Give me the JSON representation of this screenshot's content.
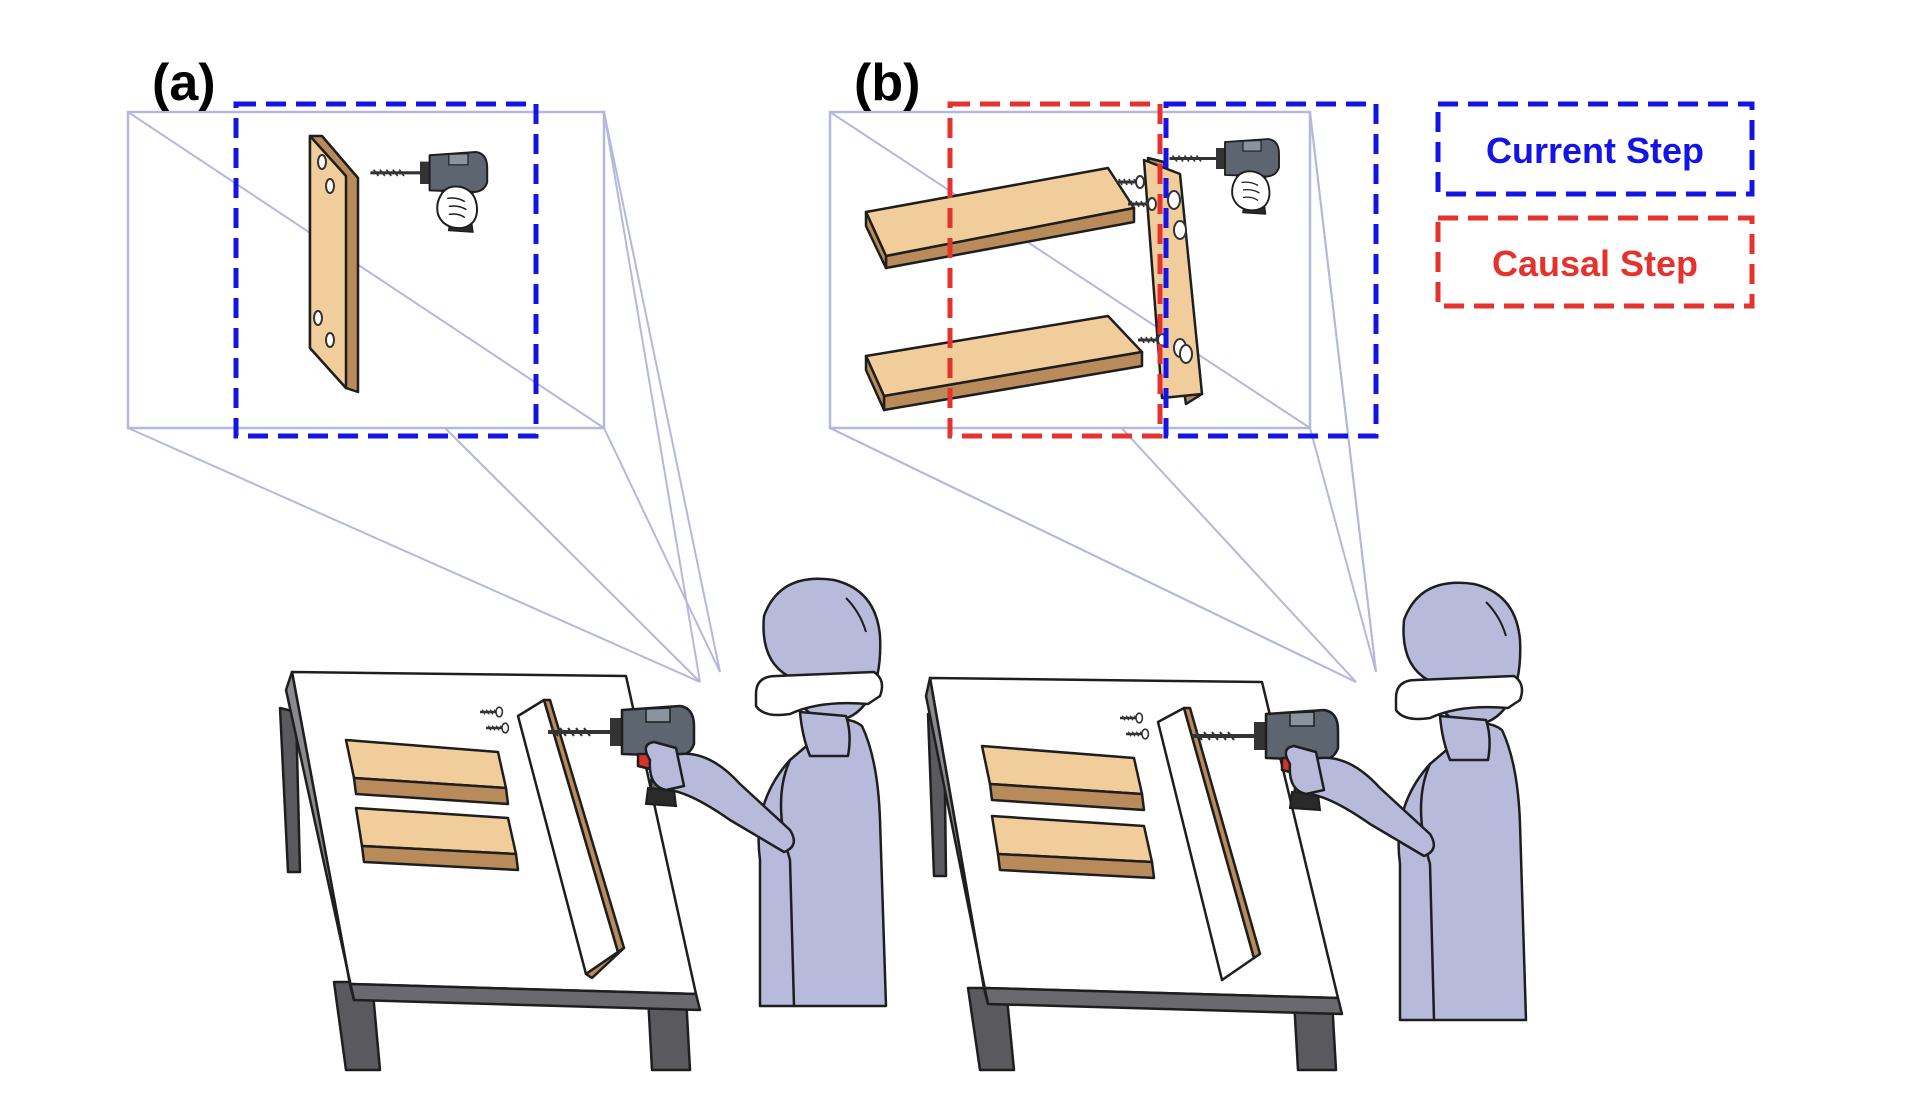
{
  "panels": {
    "a": {
      "label": "(a)"
    },
    "b": {
      "label": "(b)"
    }
  },
  "legend": {
    "current_step": {
      "label": "Current Step",
      "color": "#1414e6"
    },
    "causal_step": {
      "label": "Causal Step",
      "color": "#e6322d"
    }
  },
  "colors": {
    "sight_lines": "#b4b8dc",
    "person": "#b8badb",
    "wood": "#f1cd9c",
    "wood_edge": "#b98a5a",
    "table_legs": "#5a5a5e",
    "drill": "#5c6570",
    "drill_accent": "#d8322c"
  }
}
